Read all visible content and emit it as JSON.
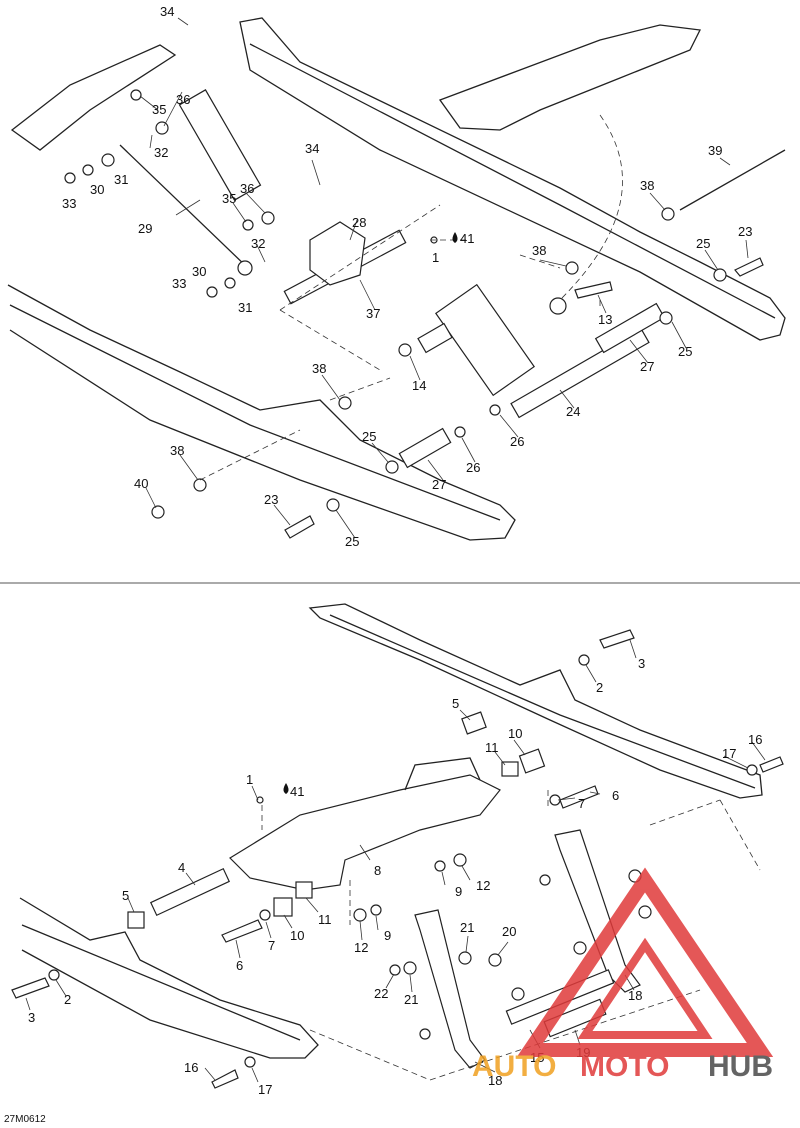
{
  "colors": {
    "watermark_red": "#e03a3a",
    "watermark_orange": "#f0a020",
    "watermark_dark": "#4a4a4a"
  },
  "figure_code": "27M0612",
  "watermark": {
    "part1": "AUTO",
    "part2": "MOTO",
    "part3": "HUB"
  },
  "top_labels": [
    {
      "id": "34a",
      "text": "34"
    },
    {
      "id": "35a",
      "text": "35"
    },
    {
      "id": "36a",
      "text": "36"
    },
    {
      "id": "32a",
      "text": "32"
    },
    {
      "id": "31a",
      "text": "31"
    },
    {
      "id": "30a",
      "text": "30"
    },
    {
      "id": "33a",
      "text": "33"
    },
    {
      "id": "29",
      "text": "29"
    },
    {
      "id": "34b",
      "text": "34"
    },
    {
      "id": "36b",
      "text": "36"
    },
    {
      "id": "35b",
      "text": "35"
    },
    {
      "id": "32b",
      "text": "32"
    },
    {
      "id": "30b",
      "text": "30"
    },
    {
      "id": "33b",
      "text": "33"
    },
    {
      "id": "31b",
      "text": "31"
    },
    {
      "id": "28",
      "text": "28"
    },
    {
      "id": "37",
      "text": "37"
    },
    {
      "id": "41a",
      "text": "41"
    },
    {
      "id": "1a",
      "text": "1"
    },
    {
      "id": "39",
      "text": "39"
    },
    {
      "id": "38a",
      "text": "38"
    },
    {
      "id": "23a",
      "text": "23"
    },
    {
      "id": "25a",
      "text": "25"
    },
    {
      "id": "38b",
      "text": "38"
    },
    {
      "id": "13",
      "text": "13"
    },
    {
      "id": "25b",
      "text": "25"
    },
    {
      "id": "27a",
      "text": "27"
    },
    {
      "id": "14",
      "text": "14"
    },
    {
      "id": "38c",
      "text": "38"
    },
    {
      "id": "24",
      "text": "24"
    },
    {
      "id": "26a",
      "text": "26"
    },
    {
      "id": "25c",
      "text": "25"
    },
    {
      "id": "26b",
      "text": "26"
    },
    {
      "id": "27b",
      "text": "27"
    },
    {
      "id": "38d",
      "text": "38"
    },
    {
      "id": "40",
      "text": "40"
    },
    {
      "id": "23b",
      "text": "23"
    },
    {
      "id": "25d",
      "text": "25"
    }
  ],
  "bottom_labels": [
    {
      "id": "3a",
      "text": "3"
    },
    {
      "id": "2a",
      "text": "2"
    },
    {
      "id": "5a",
      "text": "5"
    },
    {
      "id": "16a",
      "text": "16"
    },
    {
      "id": "17a",
      "text": "17"
    },
    {
      "id": "10a",
      "text": "10"
    },
    {
      "id": "11a",
      "text": "11"
    },
    {
      "id": "7a",
      "text": "7"
    },
    {
      "id": "6a",
      "text": "6"
    },
    {
      "id": "1b",
      "text": "1"
    },
    {
      "id": "41b",
      "text": "41"
    },
    {
      "id": "8",
      "text": "8"
    },
    {
      "id": "9a",
      "text": "9"
    },
    {
      "id": "12a",
      "text": "12"
    },
    {
      "id": "4",
      "text": "4"
    },
    {
      "id": "5b",
      "text": "5"
    },
    {
      "id": "11b",
      "text": "11"
    },
    {
      "id": "10b",
      "text": "10"
    },
    {
      "id": "7b",
      "text": "7"
    },
    {
      "id": "6b",
      "text": "6"
    },
    {
      "id": "12b",
      "text": "12"
    },
    {
      "id": "9b",
      "text": "9"
    },
    {
      "id": "21a",
      "text": "21"
    },
    {
      "id": "20",
      "text": "20"
    },
    {
      "id": "22",
      "text": "22"
    },
    {
      "id": "21b",
      "text": "21"
    },
    {
      "id": "2b",
      "text": "2"
    },
    {
      "id": "3b",
      "text": "3"
    },
    {
      "id": "18a",
      "text": "18"
    },
    {
      "id": "15",
      "text": "15"
    },
    {
      "id": "19",
      "text": "19"
    },
    {
      "id": "18b",
      "text": "18"
    },
    {
      "id": "16b",
      "text": "16"
    },
    {
      "id": "17b",
      "text": "17"
    }
  ]
}
